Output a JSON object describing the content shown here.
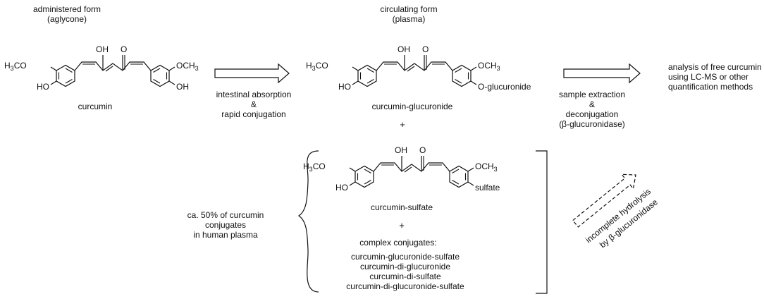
{
  "headers": {
    "administered": "administered form",
    "administered_sub": "(aglycone)",
    "circulating": "circulating form",
    "circulating_sub": "(plasma)"
  },
  "compounds": {
    "curcumin": "curcumin",
    "glucuronide": "curcumin-glucuronide",
    "sulfate": "curcumin-sulfate"
  },
  "atoms": {
    "h3co": "H3CO",
    "och3": "OCH3",
    "ho": "HO",
    "oh": "OH",
    "o": "O",
    "o_glucuronide": "O-glucuronide",
    "sulfate": "sulfate"
  },
  "arrows": {
    "step1": [
      "intestinal absorption",
      "&",
      "rapid conjugation"
    ],
    "step2": [
      "sample extraction",
      "&",
      "deconjugation",
      "(β-glucuronidase)"
    ],
    "dashed": [
      "incomplete hydrolysis",
      "by β-glucuronidase"
    ]
  },
  "analysis": [
    "analysis of free curcumin",
    "using LC-MS or other",
    "quantification methods"
  ],
  "plus": "+",
  "share_note": [
    "ca. 50% of curcumin",
    "conjugates",
    "in human plasma"
  ],
  "complex_title": "complex conjugates:",
  "complex_list": [
    "curcumin-glucuronide-sulfate",
    "curcumin-di-glucuronide",
    "curcumin-di-sulfate",
    "curcumin-di-glucuronide-sulfate"
  ]
}
